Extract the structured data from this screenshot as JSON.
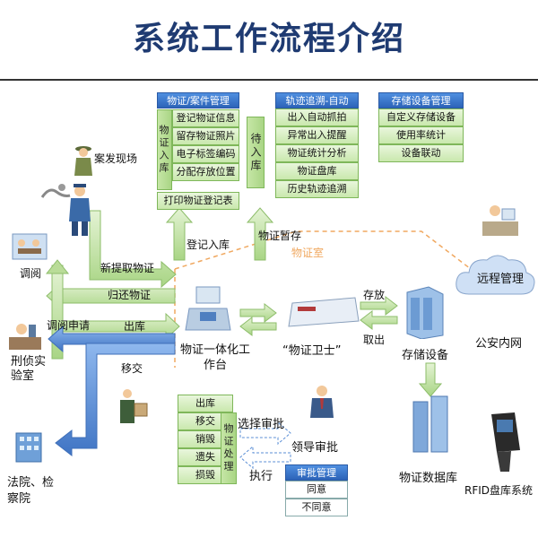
{
  "title": "系统工作流程介绍",
  "evidence_box": {
    "header": "物证/案件管理",
    "side_label": "物证入库",
    "items": [
      "登记物证信息",
      "留存物证照片",
      "电子标签编码",
      "分配存放位置"
    ],
    "footer": "打印物证登记表",
    "pending_label": "待入库"
  },
  "track_box": {
    "header": "轨迹追溯-自动",
    "items": [
      "出入自动抓拍",
      "异常出入提醒",
      "物证统计分析",
      "物证盘库",
      "历史轨迹追溯"
    ]
  },
  "storage_box": {
    "header": "存储设备管理",
    "items": [
      "自定义存储设备",
      "使用率统计",
      "设备联动"
    ]
  },
  "disposal_box": {
    "side_label": "物证处理",
    "items": [
      "出库",
      "移交",
      "销毁",
      "遗失",
      "损毁"
    ]
  },
  "approval_box": {
    "header": "审批管理",
    "items": [
      "同意",
      "不同意"
    ]
  },
  "labels": {
    "scene": "案发现场",
    "register_in": "登记入库",
    "temp_store": "物证暂存",
    "evidence_room": "物证室",
    "new_extract": "新提取物证",
    "return": "归还物证",
    "borrow": "调阅",
    "borrow_request": "调阅申请",
    "out": "出库",
    "transfer": "移交",
    "lab": "刑侦实验室",
    "court": "法院、检察院",
    "workstation": "物证一体化工作台",
    "guard": "“物证卫士”",
    "store": "存放",
    "take_out": "取出",
    "storage_device": "存储设备",
    "remote": "远程管理",
    "intranet": "公安内网",
    "database": "物证数据库",
    "rfid": "RFID盘库系统",
    "select_approve": "选择审批",
    "leader_approve": "领导审批",
    "execute": "执行"
  },
  "colors": {
    "title": "#1f3b72",
    "header_blue": "#2c63b8",
    "header_green": "#3f8c1f",
    "cell_green": "#c9e8ad",
    "arrow_green": "#b9dc98",
    "arrow_blue": "#5b8fd6",
    "dashed": "#f0a860"
  },
  "icons": [
    "detective-icon",
    "crime-scene-icon",
    "officer-icon",
    "reading-room-icon",
    "lab-icon",
    "court-icon",
    "workstation-icon",
    "guard-device-icon",
    "storage-cabinet-icon",
    "cloud-icon",
    "office-icon",
    "database-icon",
    "rfid-reader-icon",
    "delivery-icon",
    "leader-icon"
  ]
}
